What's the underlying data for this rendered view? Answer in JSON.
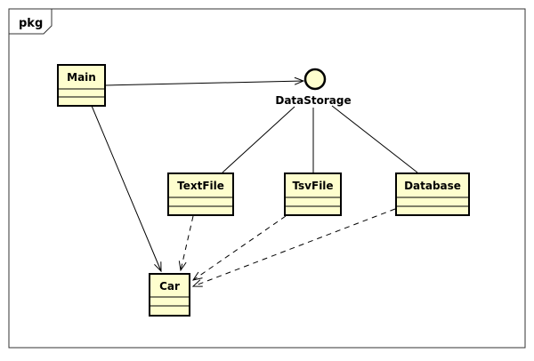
{
  "diagram": {
    "type": "uml-package-diagram",
    "frame_label": "pkg",
    "interface": {
      "name": "DataStorage"
    },
    "classes": [
      {
        "name": "Main"
      },
      {
        "name": "TextFile"
      },
      {
        "name": "TsvFile"
      },
      {
        "name": "Database"
      },
      {
        "name": "Car"
      }
    ],
    "relations": [
      {
        "from": "Main",
        "to": "DataStorage",
        "style": "solid",
        "arrow": "open"
      },
      {
        "from": "Main",
        "to": "Car",
        "style": "solid",
        "arrow": "open"
      },
      {
        "from": "DataStorage",
        "to": "TextFile",
        "style": "solid",
        "arrow": "none"
      },
      {
        "from": "DataStorage",
        "to": "TsvFile",
        "style": "solid",
        "arrow": "none"
      },
      {
        "from": "DataStorage",
        "to": "Database",
        "style": "solid",
        "arrow": "none"
      },
      {
        "from": "TextFile",
        "to": "Car",
        "style": "dashed",
        "arrow": "open"
      },
      {
        "from": "TsvFile",
        "to": "Car",
        "style": "dashed",
        "arrow": "open"
      },
      {
        "from": "Database",
        "to": "Car",
        "style": "dashed",
        "arrow": "open"
      }
    ],
    "colors": {
      "node_fill": "#FEFECE",
      "border": "#000000",
      "background": "#FFFFFF"
    }
  }
}
